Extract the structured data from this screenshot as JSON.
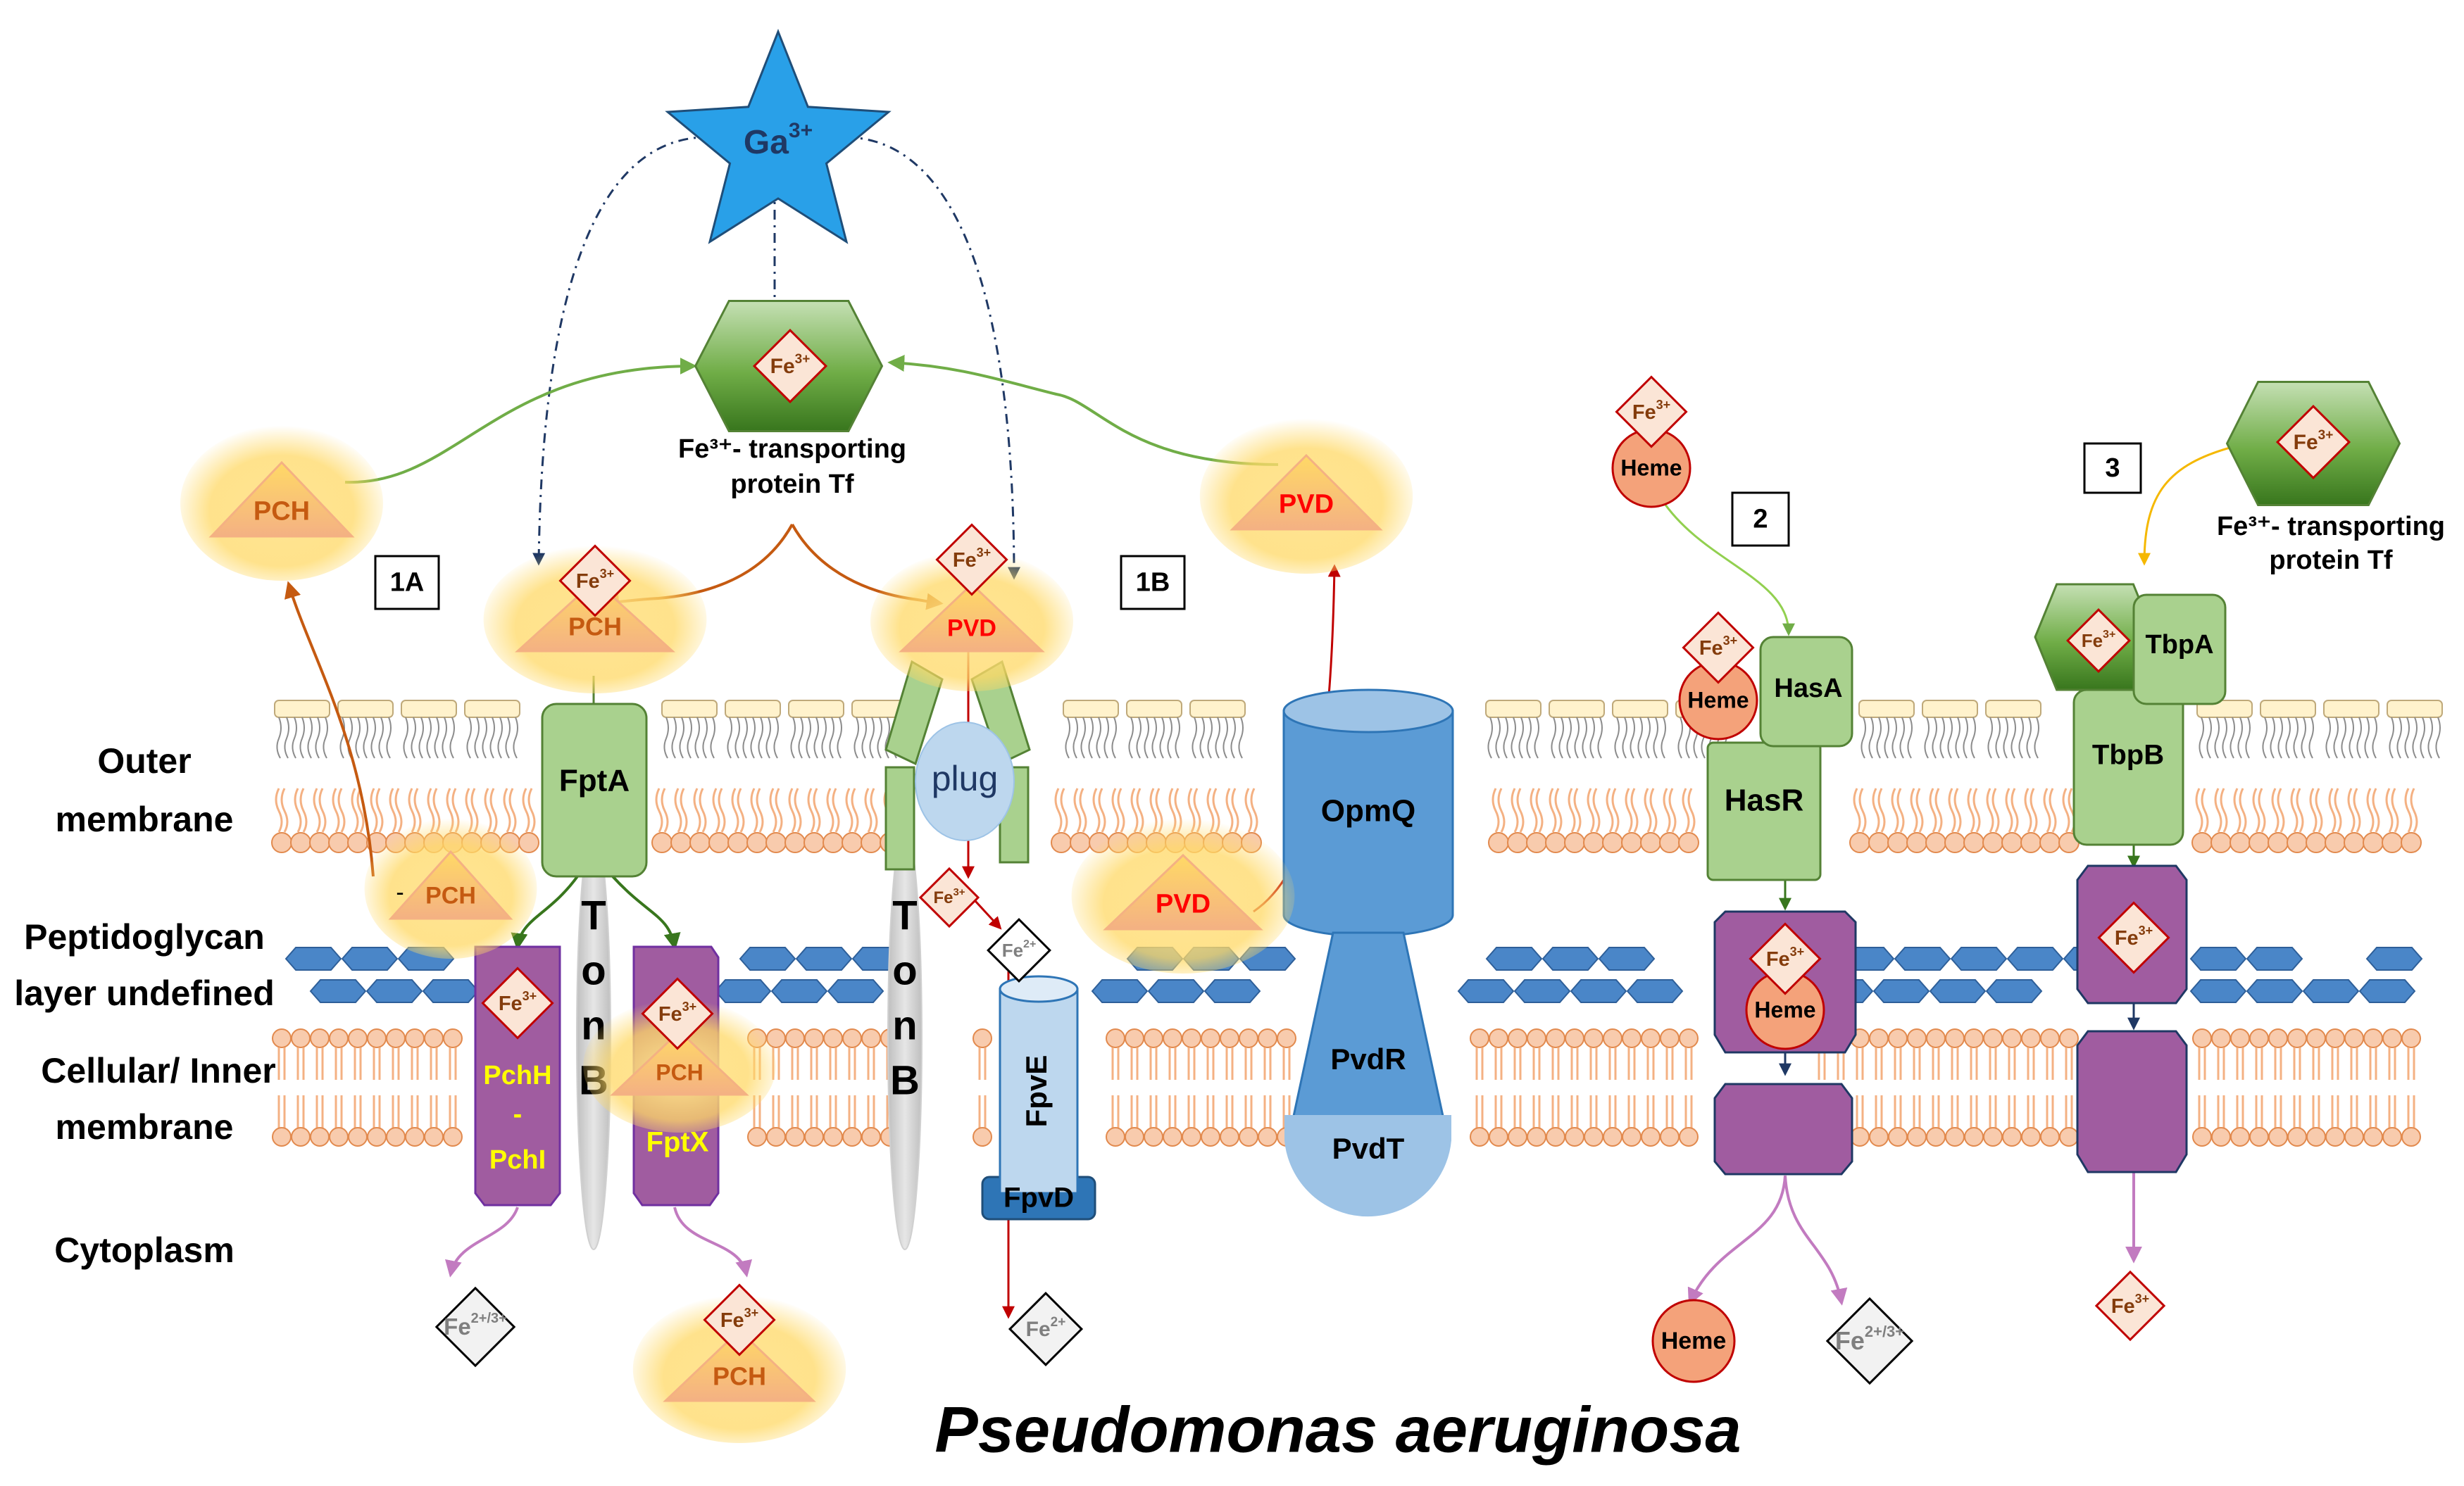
{
  "title": "Pseudomonas aeruginosa",
  "layers": {
    "outer_membrane": "Outer membrane",
    "peptidoglycan": "Peptidoglycan layer",
    "inner_membrane": "Cellular/ Inner membrane",
    "cytoplasm": "Cytoplasm"
  },
  "gallium": {
    "label": "Ga",
    "charge": "3+"
  },
  "iron": {
    "label": "Fe",
    "charge": "3+"
  },
  "ferrous": {
    "label": "Fe",
    "charge": "2+"
  },
  "mixed_iron": {
    "label": "Fe",
    "charge": "2+/3+"
  },
  "transferrin": {
    "line1": "Fe³⁺- transporting",
    "line2": "protein Tf"
  },
  "pathway_labels": {
    "p1a": "1A",
    "p1b": "1B",
    "p2": "2",
    "p3": "3"
  },
  "siderophores": {
    "pch": "PCH",
    "pvd": "PVD",
    "heme": "Heme"
  },
  "stray_mark": "-",
  "proteins": {
    "fpta": "FptA",
    "plug": "plug",
    "tonb": "TonB",
    "pchh": [
      "PchH",
      "-",
      "PchI"
    ],
    "fptx": "FptX",
    "fpve": "FpvE",
    "fpvd": "FpvD",
    "opmq": "OpmQ",
    "pvdr": "PvdR",
    "pvdt": "PvdT",
    "hasa": "HasA",
    "hasr": "HasR",
    "tbpa": "TbpA",
    "tbpb": "TbpB"
  },
  "colors": {
    "green_protein": "#a9d18e",
    "green_border": "#548235",
    "blue_protein": "#5b9bd5",
    "light_blue": "#9dc3e6",
    "purple": "#a05ca0",
    "orange_lipid": "#f4b183",
    "peptidoglycan": "#4a86c8",
    "yellow_glow": "#ffd966",
    "pvd_red": "#ff0000",
    "pch_text": "#c55a11",
    "fe_text": "#843c0c",
    "heme_fill": "#f4a27a",
    "star_fill": "#29a0e8",
    "label_yellow": "#ffff00"
  }
}
